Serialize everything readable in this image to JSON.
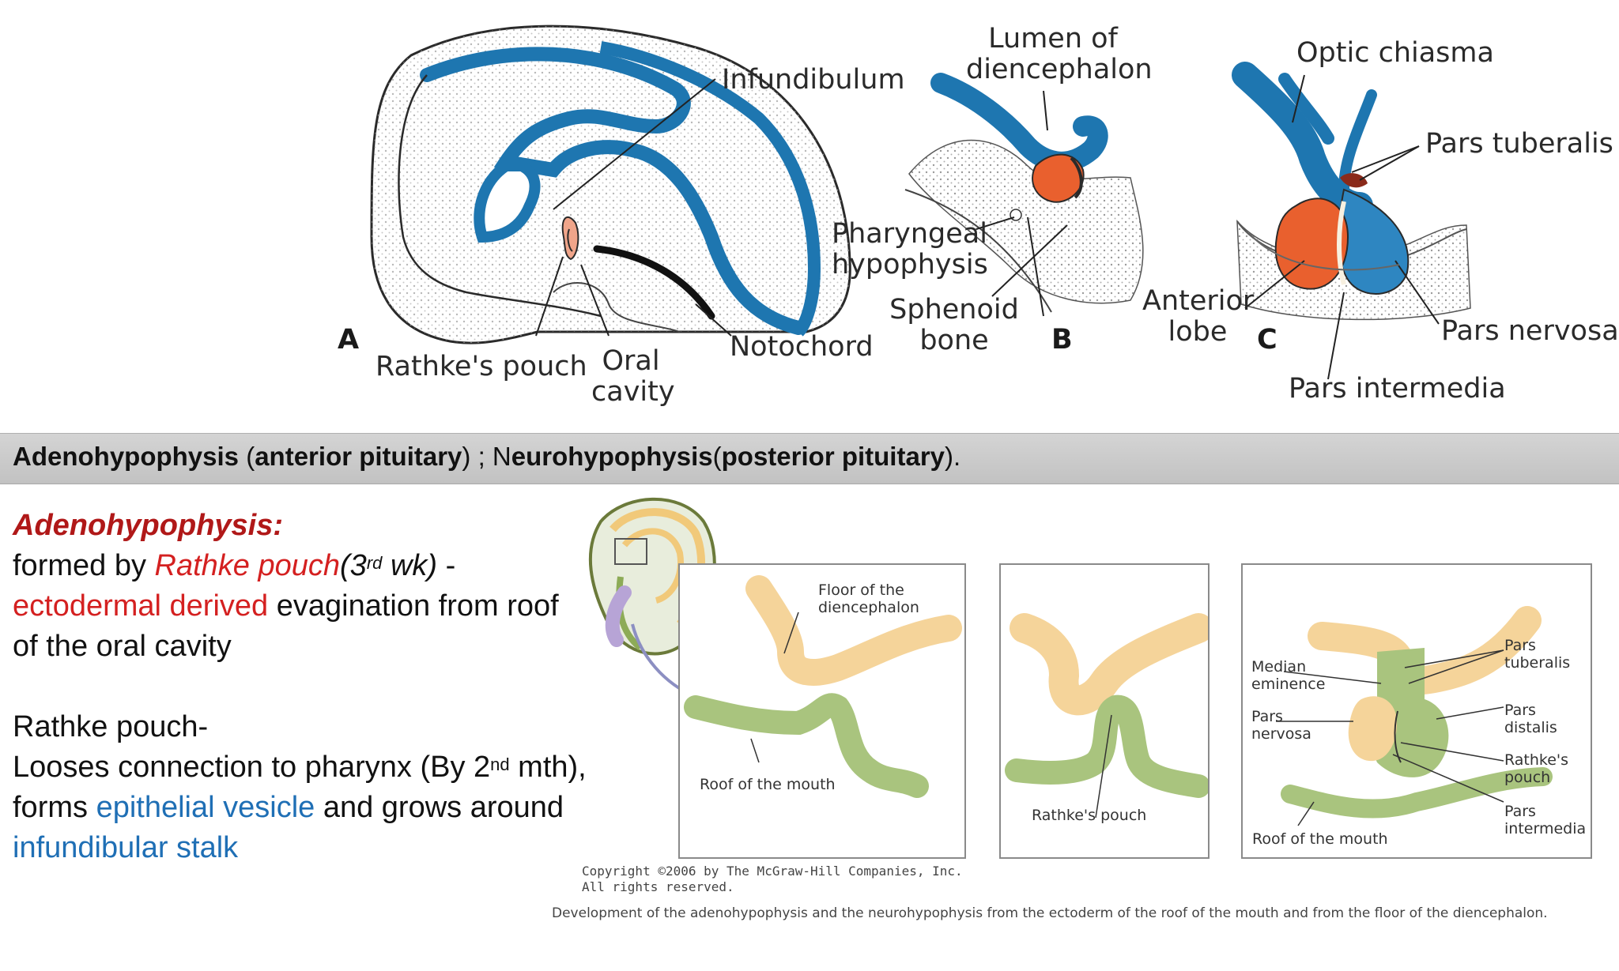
{
  "top_figure": {
    "letters": {
      "a": "A",
      "b": "B",
      "c": "C"
    },
    "labels": {
      "infundibulum": "Infundibulum",
      "rathkes_pouch": "Rathke's pouch",
      "oral_cavity_1": "Oral",
      "oral_cavity_2": "cavity",
      "notochord": "Notochord",
      "lumen_1": "Lumen of",
      "lumen_2": "diencephalon",
      "pharyngeal_1": "Pharyngeal",
      "pharyngeal_2": "hypophysis",
      "sphenoid_1": "Sphenoid",
      "sphenoid_2": "bone",
      "optic_chiasma": "Optic chiasma",
      "pars_tuberalis": "Pars tuberalis",
      "anterior_1": "Anterior",
      "anterior_2": "lobe",
      "pars_nervosa": "Pars nervosa",
      "pars_intermedia": "Pars intermedia"
    }
  },
  "banner": {
    "adeno": "Adenohypophysis",
    "open1": " (",
    "anterior": "anterior pituitary",
    "mid": ") ; N",
    "neuro": "eurohypophysis",
    "open2": "(",
    "posterior": "posterior pituitary",
    "close": ")."
  },
  "text": {
    "heading": "Adenohypophysis:",
    "l2_a": " formed by ",
    "l2_b": "Rathke pouch",
    "l2_c": "(3",
    "l2_sup": "rd",
    "l2_d": " wk)",
    "l2_e": " -",
    "l3_a": "ectodermal derived",
    "l3_b": " evagination from roof",
    "l4": "of the oral cavity",
    "l5": "Rathke pouch-",
    "l6_a": "Looses connection to pharynx (By 2",
    "l6_sup": "nd",
    "l6_b": " mth),",
    "l7_a": "forms ",
    "l7_b": "epithelial vesicle",
    "l7_c": " and grows around",
    "l8": "infundibular stalk"
  },
  "bottom_figure": {
    "panel1": {
      "floor_1": "Floor of the",
      "floor_2": "diencephalon",
      "roof": "Roof of the mouth"
    },
    "panel2": {
      "rathke": "Rathke's pouch"
    },
    "panel3": {
      "median_1": "Median",
      "median_2": "eminence",
      "nervosa_1": "Pars",
      "nervosa_2": "nervosa",
      "tuberalis_1": "Pars",
      "tuberalis_2": "tuberalis",
      "distalis_1": "Pars",
      "distalis_2": "distalis",
      "rathke_1": "Rathke's",
      "rathke_2": "pouch",
      "intermedia_1": "Pars",
      "intermedia_2": "intermedia",
      "roof": "Roof of the mouth"
    },
    "copyright_1": "Copyright ©2006 by The McGraw-Hill Companies, Inc.",
    "copyright_2": "All rights reserved.",
    "caption": "Development of the adenohypophysis and the neurohypophysis from the ectoderm of the roof of the mouth and from the floor of the diencephalon."
  }
}
